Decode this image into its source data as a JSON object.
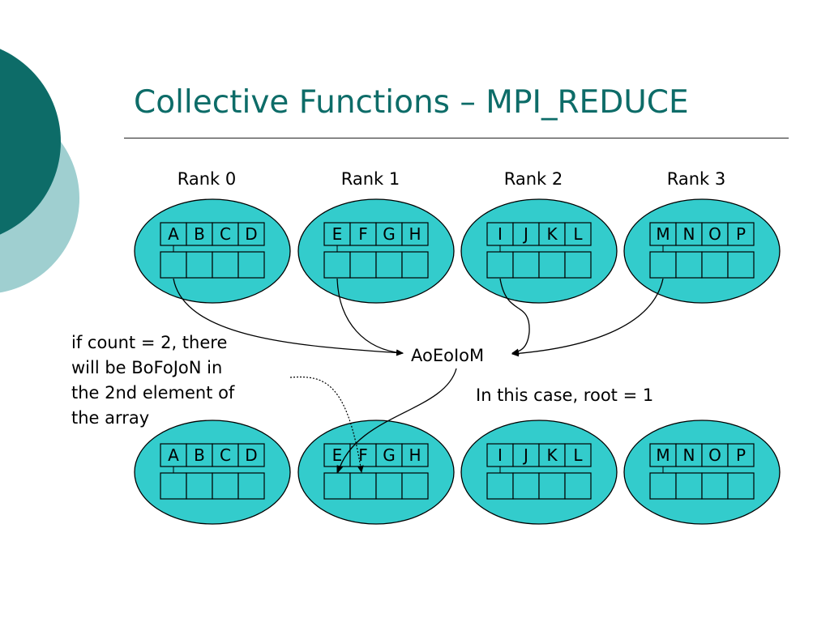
{
  "slide": {
    "title": "Collective Functions – MPI_REDUCE",
    "colors": {
      "title": "#0d6c68",
      "node_fill": "#33cccc",
      "deco_dark": "#0d6c68",
      "deco_light": "#9fcfd0"
    }
  },
  "diagram": {
    "rank_labels": [
      "Rank 0",
      "Rank 1",
      "Rank 2",
      "Rank 3"
    ],
    "send_buffers": [
      [
        "A",
        "B",
        "C",
        "D"
      ],
      [
        "E",
        "F",
        "G",
        "H"
      ],
      [
        "I",
        "J",
        "K",
        "L"
      ],
      [
        "M",
        "N",
        "O",
        "P"
      ]
    ],
    "recv_buffers": [
      [
        "A",
        "B",
        "C",
        "D"
      ],
      [
        "E",
        "F",
        "G",
        "H"
      ],
      [
        "I",
        "J",
        "K",
        "L"
      ],
      [
        "M",
        "N",
        "O",
        "P"
      ]
    ],
    "result_label": "AoEoIoM",
    "root_note": "In this case, root = 1",
    "count_note_lines": [
      "if count = 2, there",
      "will be BoFoJoN in",
      "the 2nd element of",
      "the array"
    ]
  }
}
